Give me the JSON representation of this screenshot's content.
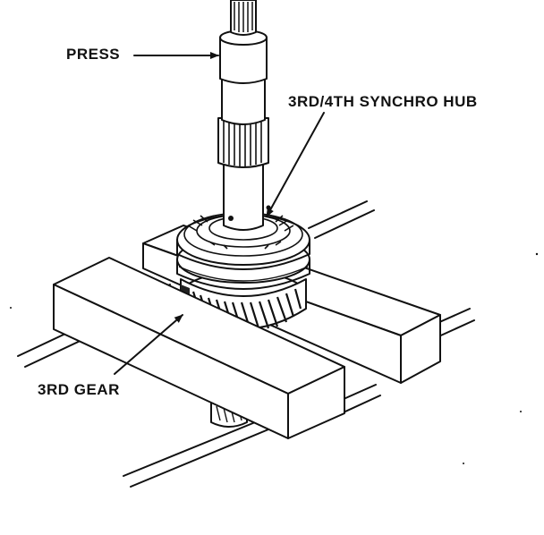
{
  "labels": {
    "press": "PRESS",
    "synchro_hub": "3RD/4TH SYNCHRO HUB",
    "third_gear": "3RD GEAR"
  }
}
